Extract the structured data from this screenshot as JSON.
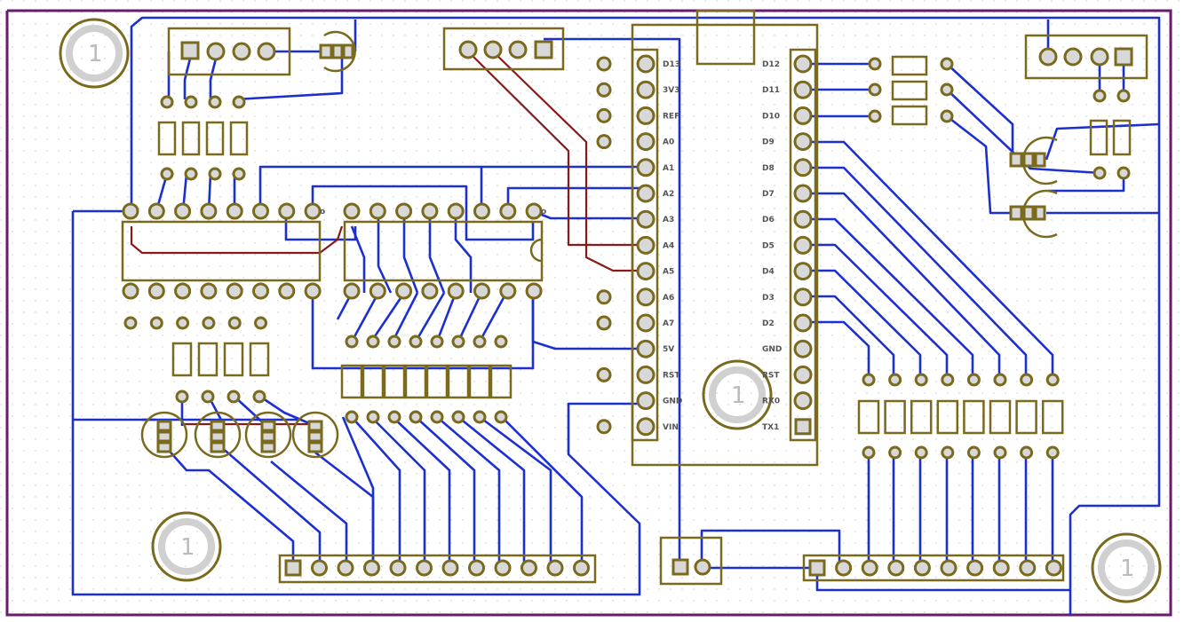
{
  "board": {
    "outline_color": "#6a1b6f",
    "wire_color": "#1c2fd0",
    "top_wire_color": "#8a1a1a",
    "silk_color": "#7a6a1e"
  },
  "mounting_hole_label": "1",
  "nano_left_pins": [
    "D13",
    "3V3",
    "REF",
    "A0",
    "A1",
    "A2",
    "A3",
    "A4",
    "A5",
    "A6",
    "A7",
    "5V",
    "RST",
    "GND",
    "VIN"
  ],
  "nano_right_pins": [
    "D12",
    "D11",
    "D10",
    "D9",
    "D8",
    "D7",
    "D6",
    "D5",
    "D4",
    "D3",
    "D2",
    "GND",
    "RST",
    "RX0",
    "TX1"
  ],
  "ic_marker": "o"
}
